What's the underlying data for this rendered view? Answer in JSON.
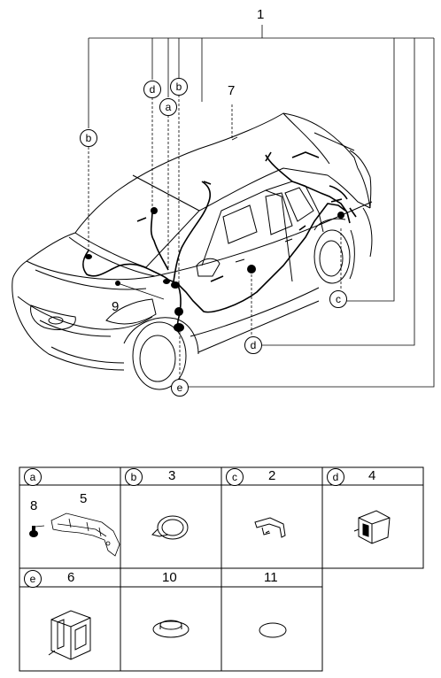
{
  "main_ref": "1",
  "callouts": {
    "a": "a",
    "b": "b",
    "c": "c",
    "d": "d",
    "e": "e"
  },
  "car_parts": {
    "p7": "7",
    "p9": "9"
  },
  "table": {
    "a": {
      "letter": "a",
      "parts": [
        "8",
        "5"
      ]
    },
    "b": {
      "letter": "b",
      "part": "3"
    },
    "c": {
      "letter": "c",
      "part": "2"
    },
    "d": {
      "letter": "d",
      "part": "4"
    },
    "e": {
      "letter": "e",
      "part": "6"
    },
    "f": {
      "part": "10"
    },
    "g": {
      "part": "11"
    }
  }
}
